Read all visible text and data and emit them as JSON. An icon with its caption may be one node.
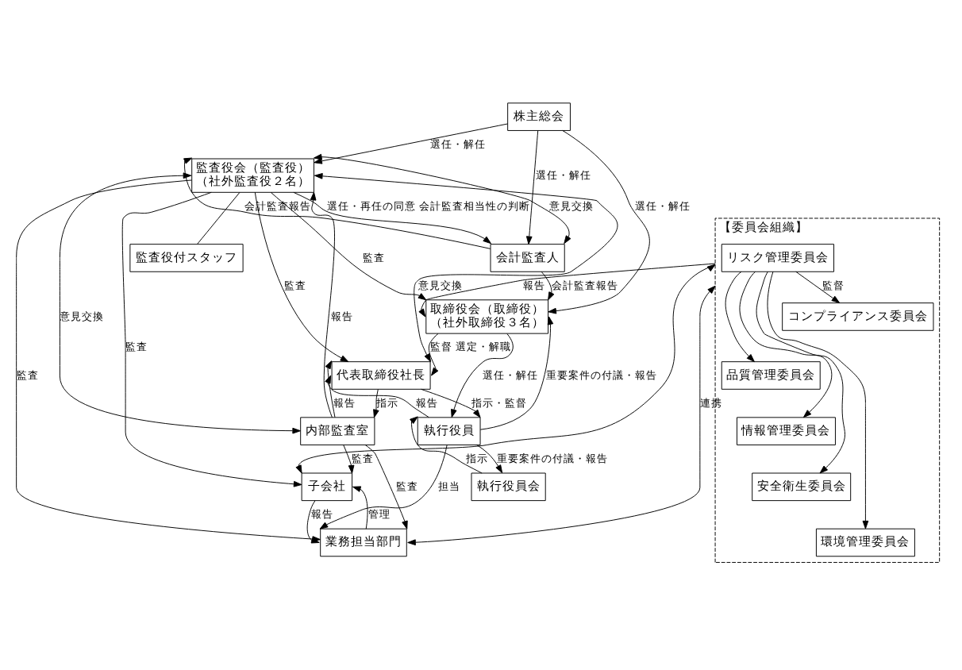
{
  "diagram": {
    "nodes": [
      {
        "text": [
          "株主総会"
        ]
      },
      {
        "text": [
          "監査役会（監査役）",
          "（社外監査役２名）"
        ]
      },
      {
        "text": [
          "会計監査人"
        ]
      },
      {
        "text": [
          "監査役付スタッフ"
        ]
      },
      {
        "text": [
          "取締役会（取締役）",
          "（社外取締役３名）"
        ]
      },
      {
        "text": [
          "内部監査室"
        ]
      },
      {
        "text": [
          "代表取締役社長"
        ]
      },
      {
        "text": [
          "執行役員会"
        ]
      },
      {
        "text": [
          "執行役員"
        ]
      },
      {
        "text": [
          "【委員会組織】"
        ]
      },
      {
        "text": [
          "リスク管理委員会"
        ],
        "in": 9
      },
      {
        "text": [
          "コンプライアンス委員会"
        ],
        "in": 9
      },
      {
        "text": [
          "品質管理委員会"
        ],
        "in": 9
      },
      {
        "text": [
          "情報管理委員会"
        ],
        "in": 9
      },
      {
        "text": [
          "安全衛生委員会"
        ],
        "in": 9
      },
      {
        "text": [
          "環境管理委員会"
        ],
        "in": 9
      },
      {
        "text": [
          "業務担当部門"
        ]
      },
      {
        "text": [
          "子会社"
        ]
      }
    ],
    "edges": [
      {
        "from": 0,
        "to": 1,
        "arrow": "to",
        "label": "選任・解任"
      },
      {
        "from": 0,
        "to": 2,
        "arrow": "to",
        "label": "選任・解任"
      },
      {
        "from": 0,
        "to": 4,
        "arrow": "to",
        "label": "選任・解任"
      },
      {
        "from": 1,
        "to": 2,
        "arrow": "both",
        "label": "意見交換"
      },
      {
        "from": 2,
        "to": 1,
        "arrow": "to",
        "label": "会計監査報告"
      },
      {
        "from": 1,
        "to": 2,
        "arrow": "to",
        "label": "選任・再任の同意 会計監査相当性の判断"
      },
      {
        "from": 2,
        "to": 4,
        "arrow": "to",
        "label": "会計監査報告"
      },
      {
        "from": 1,
        "to": 3,
        "arrow": "none"
      },
      {
        "from": 1,
        "to": 4,
        "arrow": "to",
        "label": "監査"
      },
      {
        "from": 1,
        "to": 6,
        "arrow": "to",
        "label": "監査"
      },
      {
        "from": 1,
        "to": 6,
        "arrow": "both",
        "label": "意見交換"
      },
      {
        "from": 1,
        "to": 5,
        "arrow": "both",
        "label": "意見交換"
      },
      {
        "from": 5,
        "to": 1,
        "arrow": "to",
        "label": "報告"
      },
      {
        "from": 6,
        "to": 5,
        "arrow": "to",
        "label": "指示"
      },
      {
        "from": 5,
        "to": 6,
        "arrow": "to",
        "label": "報告"
      },
      {
        "from": 4,
        "to": 6,
        "arrow": "to",
        "label": "監督 選定・解職"
      },
      {
        "from": 8,
        "to": 4,
        "arrow": "to",
        "label": "重要案件の付議・報告"
      },
      {
        "from": 4,
        "to": 8,
        "arrow": "to",
        "label": "選任・解任"
      },
      {
        "from": 9,
        "to": 4,
        "arrow": "to",
        "label": "報告"
      },
      {
        "from": 6,
        "to": 8,
        "arrow": "to",
        "label": "指示・監督"
      },
      {
        "from": 8,
        "to": 6,
        "arrow": "to",
        "label": "報告"
      },
      {
        "from": 7,
        "to": 8,
        "arrow": "to",
        "label": "指示"
      },
      {
        "from": 8,
        "to": 7,
        "arrow": "to",
        "label": "重要案件の付議・報告"
      },
      {
        "from": 10,
        "to": 11,
        "arrow": "to",
        "label": "監督"
      },
      {
        "from": 10,
        "to": 12,
        "arrow": "to"
      },
      {
        "from": 10,
        "to": 13,
        "arrow": "to"
      },
      {
        "from": 10,
        "to": 14,
        "arrow": "to"
      },
      {
        "from": 10,
        "to": 15,
        "arrow": "to"
      },
      {
        "from": 1,
        "to": 17,
        "arrow": "to",
        "label": "監査"
      },
      {
        "from": 1,
        "to": 16,
        "arrow": "to",
        "label": "監査"
      },
      {
        "from": 5,
        "to": 17,
        "arrow": "to",
        "label": "監査"
      },
      {
        "from": 5,
        "to": 16,
        "arrow": "to",
        "label": "監査"
      },
      {
        "from": 8,
        "to": 16,
        "arrow": "to",
        "label": "担当"
      },
      {
        "from": 9,
        "to": 16,
        "arrow": "both",
        "label": "連携"
      },
      {
        "from": 9,
        "to": 17,
        "arrow": "both"
      },
      {
        "from": 16,
        "to": 17,
        "arrow": "to",
        "label": "管理"
      },
      {
        "from": 17,
        "to": 16,
        "arrow": "to",
        "label": "報告"
      }
    ]
  }
}
